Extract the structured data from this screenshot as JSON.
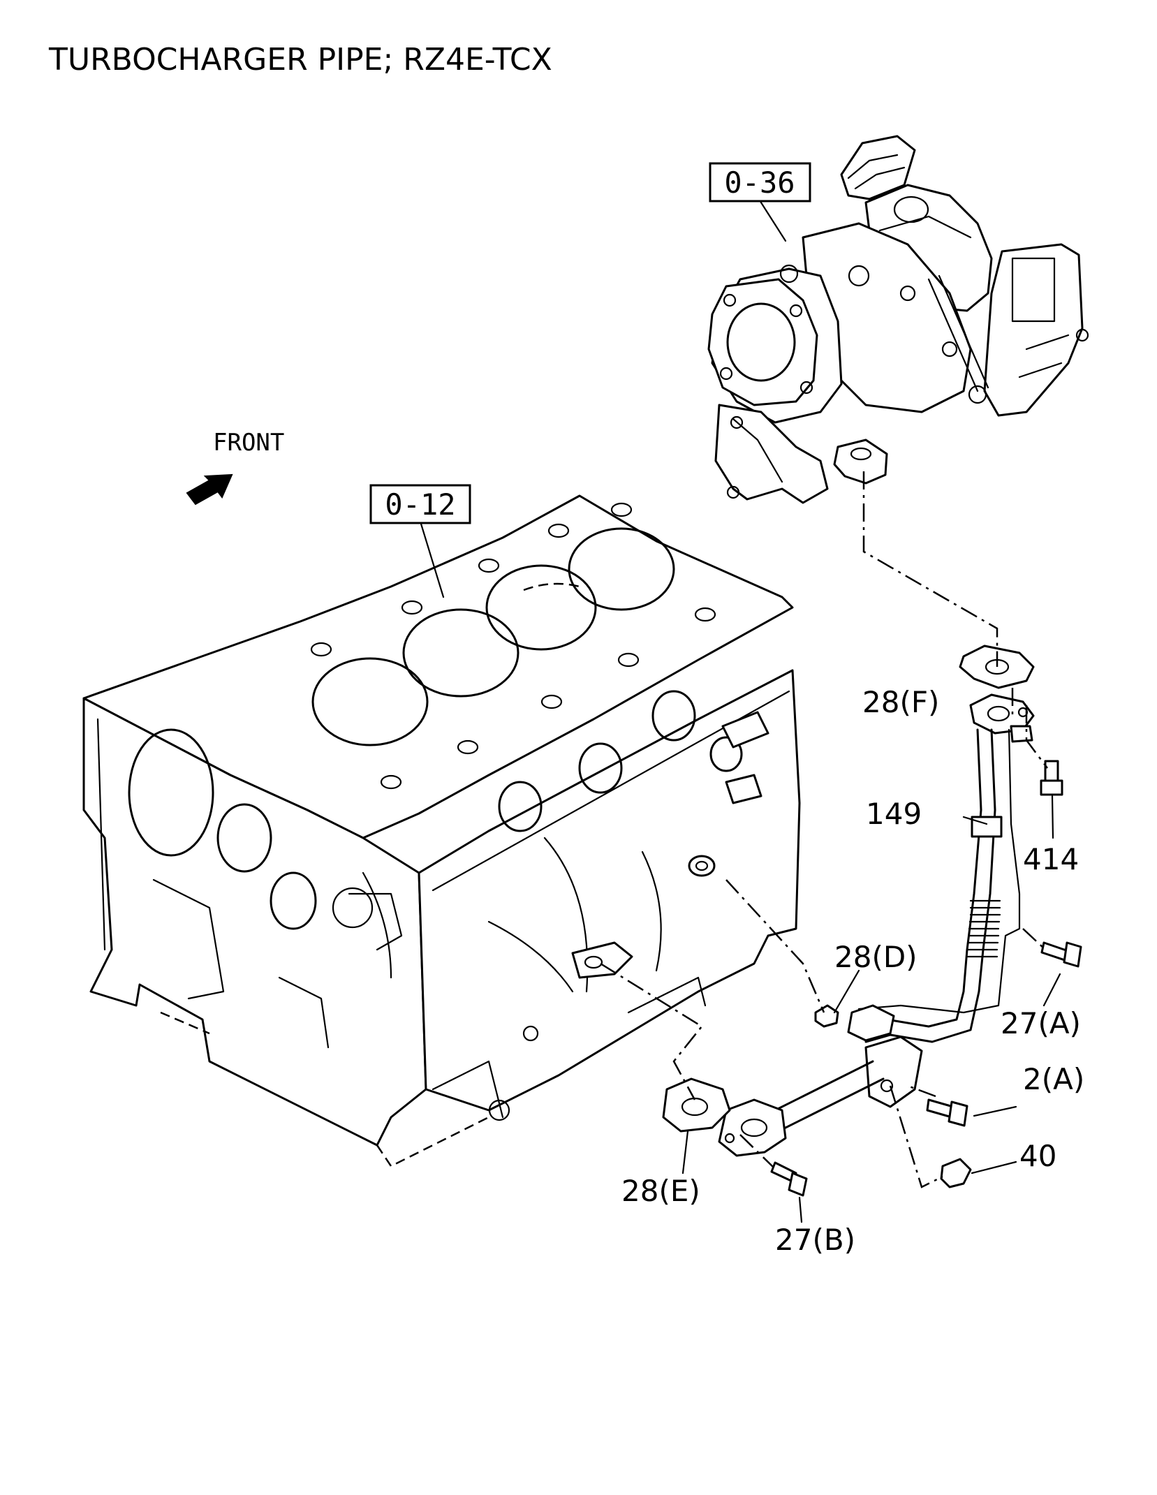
{
  "title": "TURBOCHARGER PIPE; RZ4E-TCX",
  "direction": {
    "label": "FRONT",
    "icon": "front-arrow-icon"
  },
  "reference_boxes": [
    {
      "id": "turbocharger",
      "label": "0-36"
    },
    {
      "id": "cylinder-block",
      "label": "0-12"
    }
  ],
  "callouts": {
    "gasket_f": "28(F)",
    "pipe": "149",
    "bolt_414": "414",
    "gasket_d": "28(D)",
    "bolt_27a": "27(A)",
    "bolt_2a": "2(A)",
    "bolt_40": "40",
    "gasket_e": "28(E)",
    "bolt_27b": "27(B)"
  },
  "line_color": "#000000",
  "background": "#ffffff"
}
